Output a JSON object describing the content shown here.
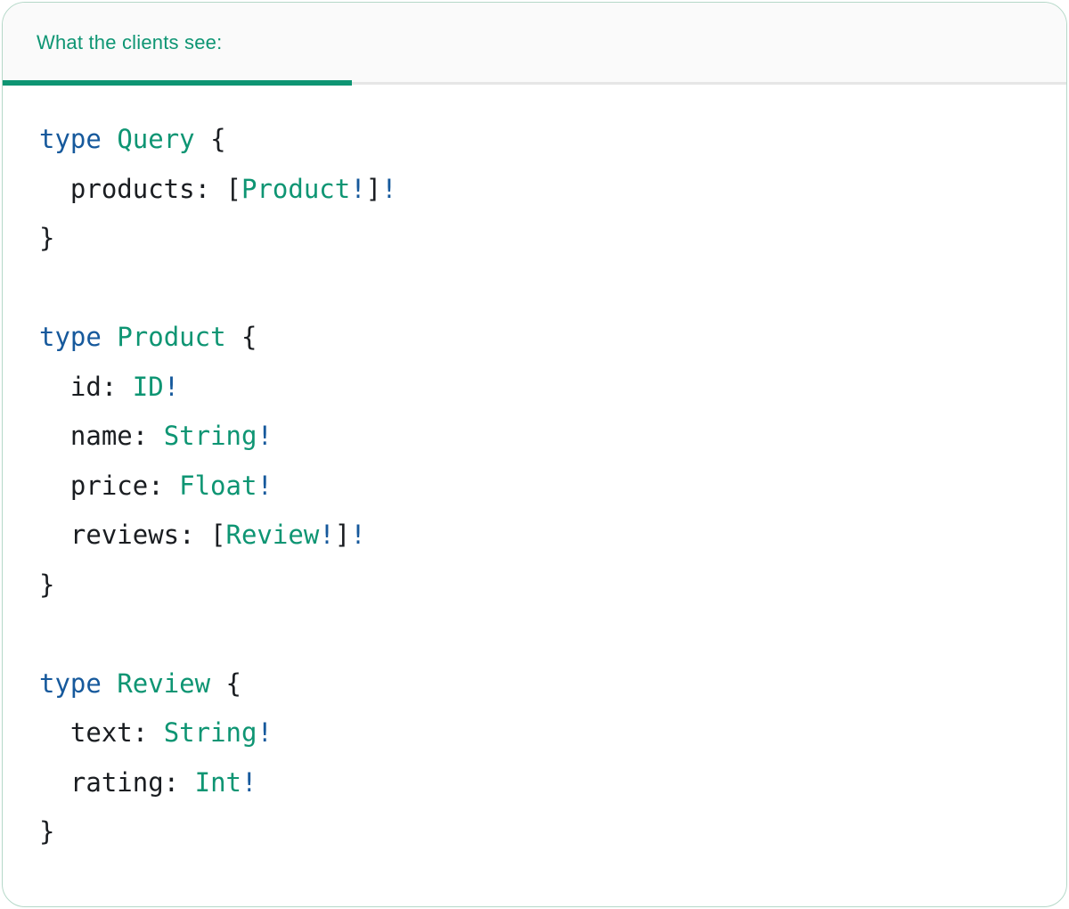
{
  "tab": {
    "label": "What the clients see:",
    "active": true
  },
  "colors": {
    "teal": "#0e9573",
    "blue": "#16599c",
    "ink": "#1a1d21",
    "header_bg": "#fafafa",
    "divider": "#e6e6e6",
    "border": "#b5d8c8"
  },
  "code": {
    "lines": [
      [
        {
          "t": "type",
          "c": "kw"
        },
        {
          "t": " ",
          "c": "pl"
        },
        {
          "t": "Query",
          "c": "ty"
        },
        {
          "t": " {",
          "c": "pl"
        }
      ],
      [
        {
          "t": "  products: [",
          "c": "pl"
        },
        {
          "t": "Product",
          "c": "ty"
        },
        {
          "t": "!",
          "c": "kw"
        },
        {
          "t": "]",
          "c": "pl"
        },
        {
          "t": "!",
          "c": "kw"
        }
      ],
      [
        {
          "t": "}",
          "c": "pl"
        }
      ],
      [],
      [
        {
          "t": "type",
          "c": "kw"
        },
        {
          "t": " ",
          "c": "pl"
        },
        {
          "t": "Product",
          "c": "ty"
        },
        {
          "t": " {",
          "c": "pl"
        }
      ],
      [
        {
          "t": "  id: ",
          "c": "pl"
        },
        {
          "t": "ID",
          "c": "ty"
        },
        {
          "t": "!",
          "c": "kw"
        }
      ],
      [
        {
          "t": "  name: ",
          "c": "pl"
        },
        {
          "t": "String",
          "c": "ty"
        },
        {
          "t": "!",
          "c": "kw"
        }
      ],
      [
        {
          "t": "  price: ",
          "c": "pl"
        },
        {
          "t": "Float",
          "c": "ty"
        },
        {
          "t": "!",
          "c": "kw"
        }
      ],
      [
        {
          "t": "  reviews: [",
          "c": "pl"
        },
        {
          "t": "Review",
          "c": "ty"
        },
        {
          "t": "!",
          "c": "kw"
        },
        {
          "t": "]",
          "c": "pl"
        },
        {
          "t": "!",
          "c": "kw"
        }
      ],
      [
        {
          "t": "}",
          "c": "pl"
        }
      ],
      [],
      [
        {
          "t": "type",
          "c": "kw"
        },
        {
          "t": " ",
          "c": "pl"
        },
        {
          "t": "Review",
          "c": "ty"
        },
        {
          "t": " {",
          "c": "pl"
        }
      ],
      [
        {
          "t": "  text: ",
          "c": "pl"
        },
        {
          "t": "String",
          "c": "ty"
        },
        {
          "t": "!",
          "c": "kw"
        }
      ],
      [
        {
          "t": "  rating: ",
          "c": "pl"
        },
        {
          "t": "Int",
          "c": "ty"
        },
        {
          "t": "!",
          "c": "kw"
        }
      ],
      [
        {
          "t": "}",
          "c": "pl"
        }
      ]
    ]
  }
}
